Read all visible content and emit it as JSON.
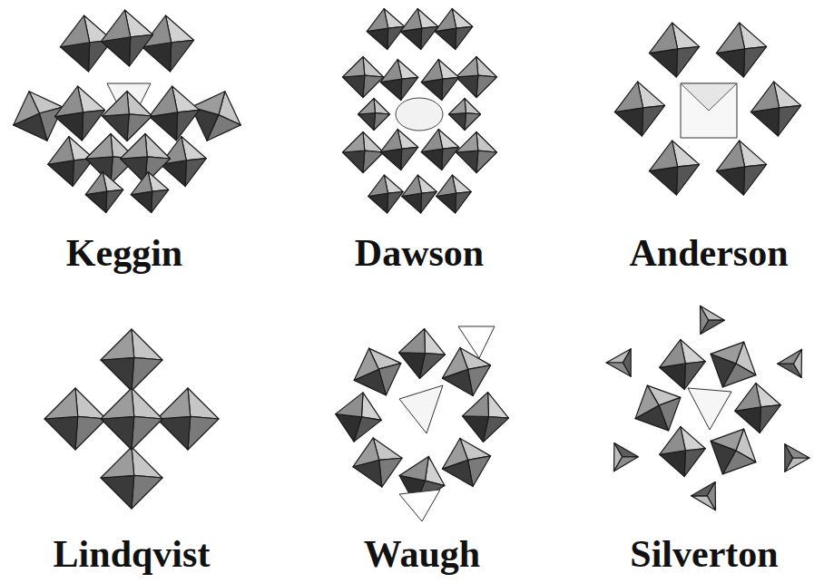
{
  "diagram": {
    "labels": [
      "Keggin",
      "Dawson",
      "Anderson",
      "Lindqvist",
      "Waugh",
      "Silverton"
    ]
  }
}
